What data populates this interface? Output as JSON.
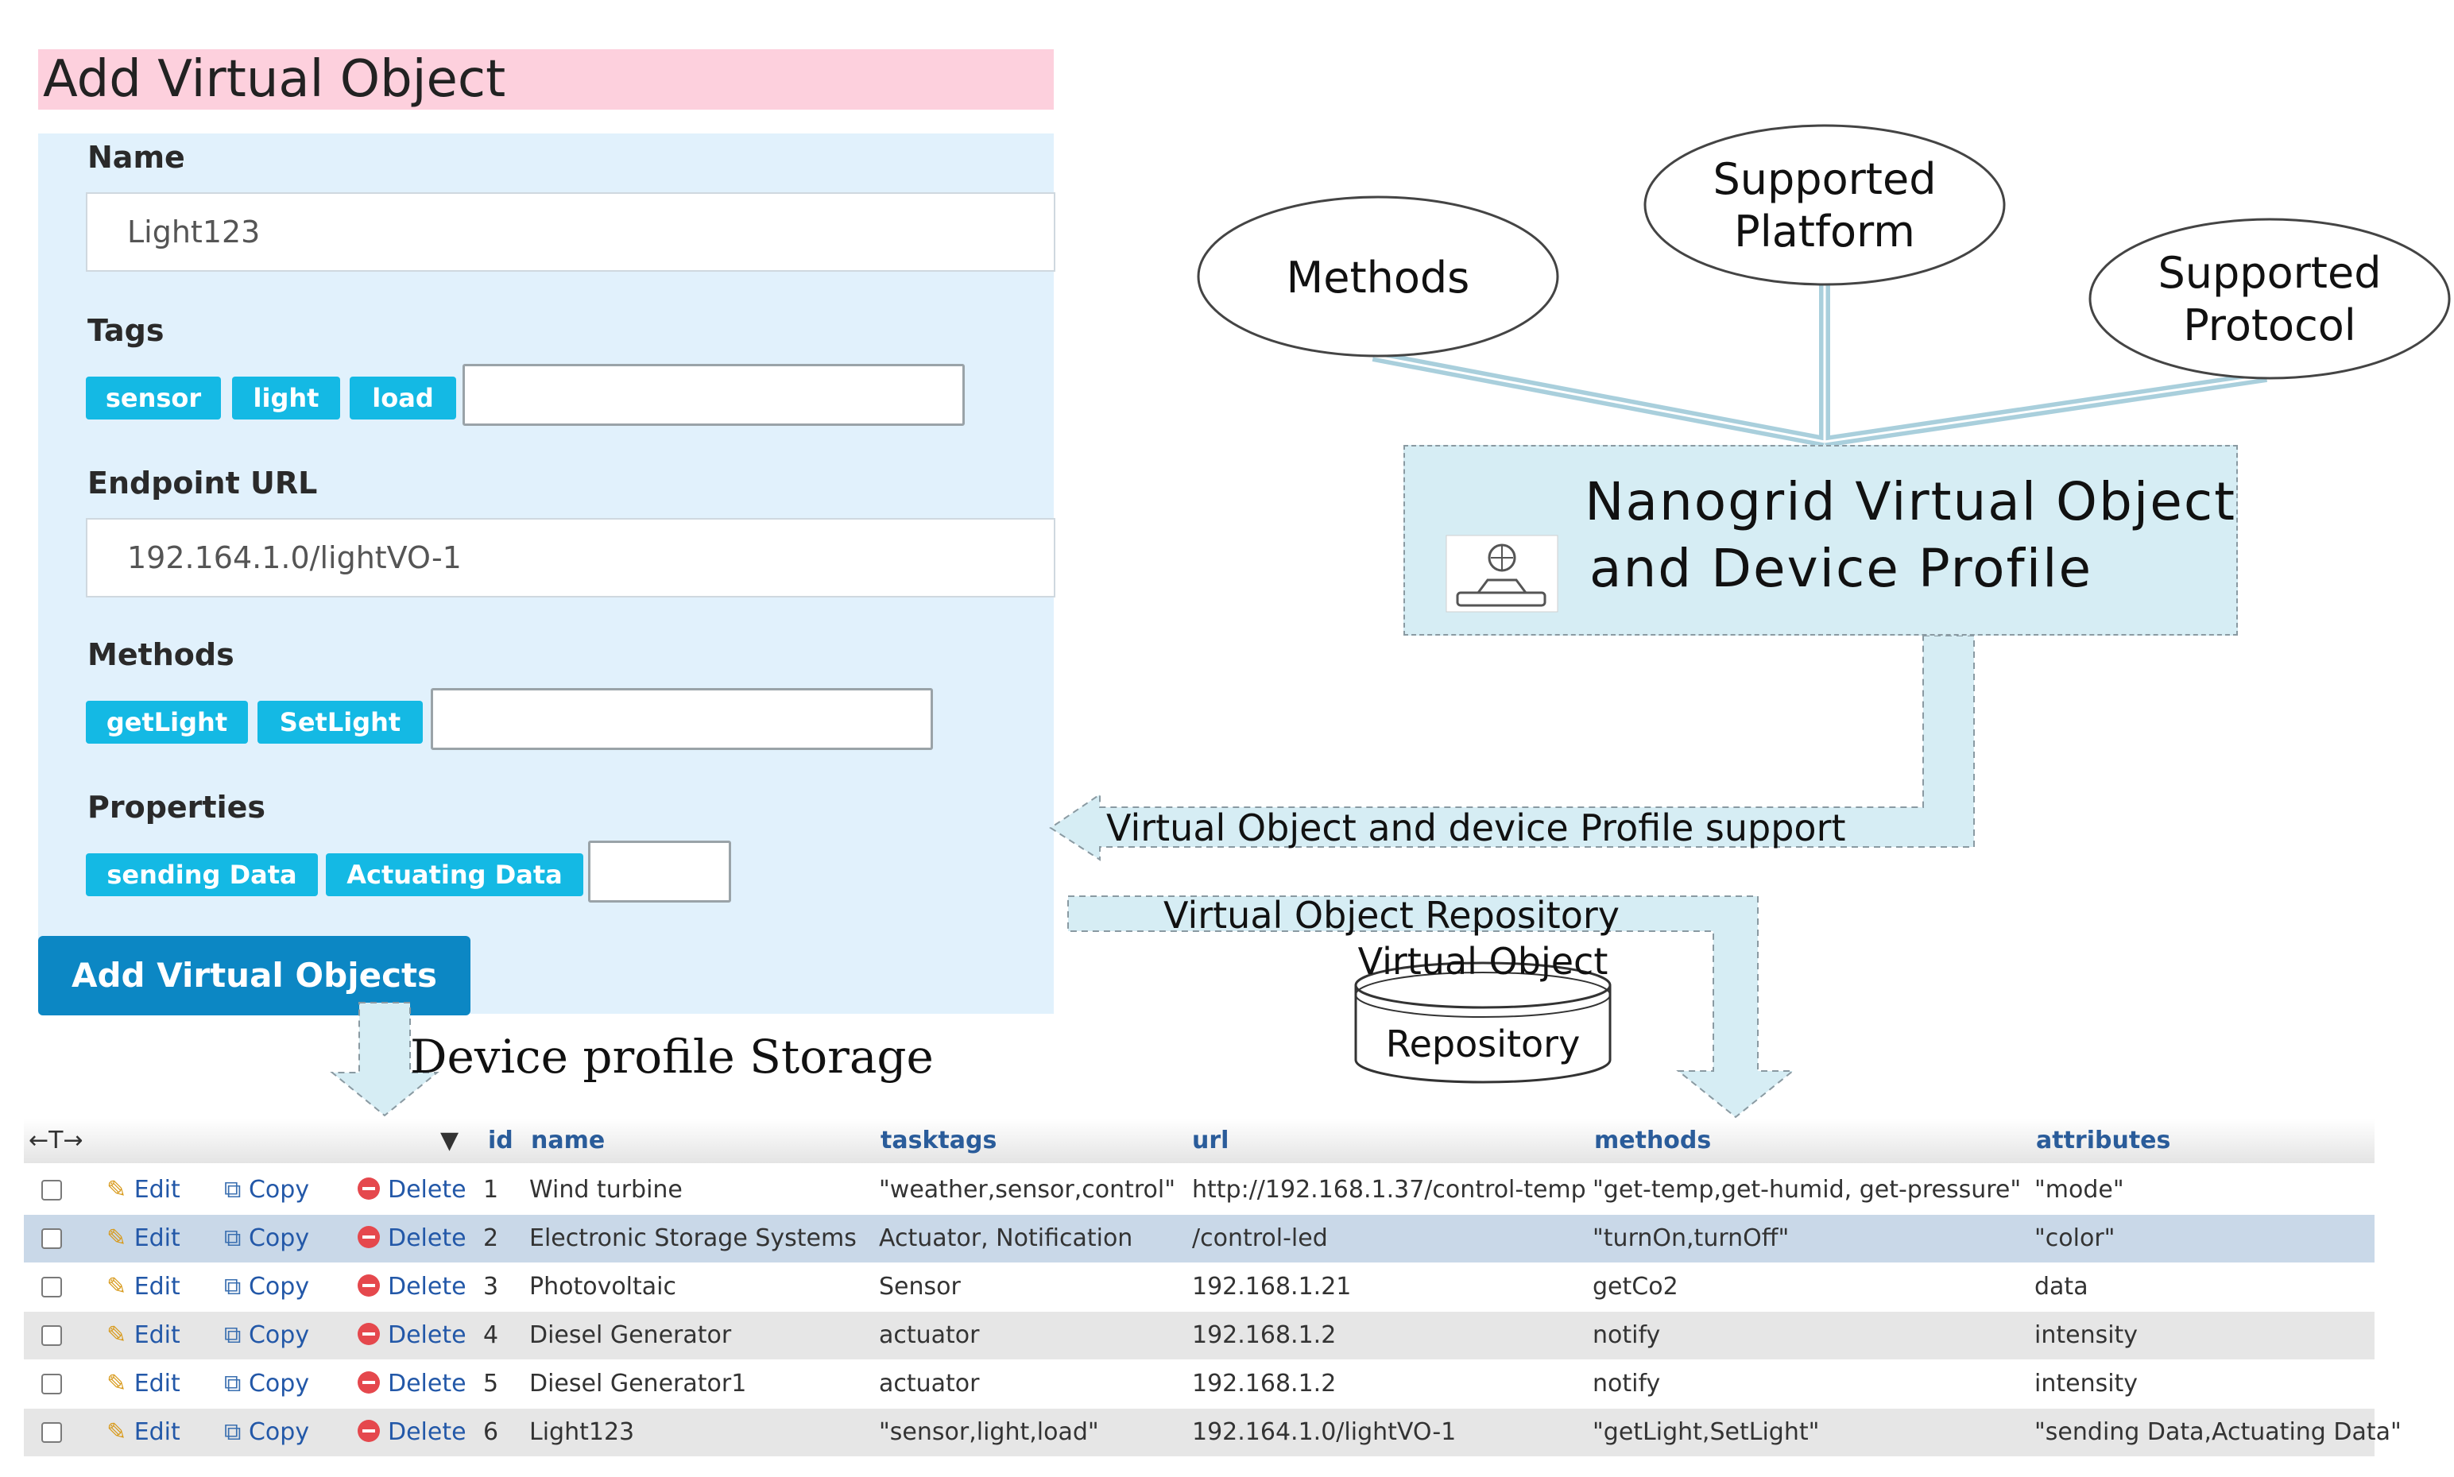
{
  "form": {
    "title": "Add Virtual Object",
    "name_label": "Name",
    "name_value": "Light123",
    "tags_label": "Tags",
    "tags": [
      "sensor",
      "light",
      "load"
    ],
    "endpoint_label": "Endpoint URL",
    "endpoint_value": "192.164.1.0/lightVO-1",
    "methods_label": "Methods",
    "methods": [
      "getLight",
      "SetLight"
    ],
    "properties_label": "Properties",
    "properties": [
      "sending Data",
      "Actuating Data"
    ],
    "submit_label": "Add Virtual Objects"
  },
  "diagram": {
    "methods_node": "Methods",
    "platform_node_line1": "Supported",
    "platform_node_line2": "Platform",
    "protocol_node_line1": "Supported",
    "protocol_node_line2": "Protocol",
    "profile_line1": "Nanogrid Virtual Object",
    "profile_line2": "and Device Profile",
    "support_arrow": "Virtual Object and device Profile support",
    "repo_arrow": "Virtual Object Repository",
    "repo_db_line1": "Virtual Object",
    "repo_db_line2": "Repository",
    "storage_label": "Device profile  Storage"
  },
  "table": {
    "headers": {
      "id": "id",
      "name": "name",
      "tasktags": "tasktags",
      "url": "url",
      "methods": "methods",
      "attributes": "attributes"
    },
    "edit_label": "Edit",
    "copy_label": "Copy",
    "delete_label": "Delete",
    "rows": [
      {
        "id": "1",
        "name": "Wind turbine",
        "tasktags": "\"weather,sensor,control\"",
        "url": "http://192.168.1.37/control-temp",
        "methods": "\"get-temp,get-humid, get-pressure\"",
        "attributes": "\"mode\""
      },
      {
        "id": "2",
        "name": "Electronic Storage Systems",
        "tasktags": "Actuator, Notification",
        "url": "/control-led",
        "methods": "\"turnOn,turnOff\"",
        "attributes": "\"color\""
      },
      {
        "id": "3",
        "name": "Photovoltaic",
        "tasktags": "Sensor",
        "url": "192.168.1.21",
        "methods": "getCo2",
        "attributes": "data"
      },
      {
        "id": "4",
        "name": "Diesel Generator",
        "tasktags": "actuator",
        "url": "192.168.1.2",
        "methods": "notify",
        "attributes": "intensity"
      },
      {
        "id": "5",
        "name": "Diesel Generator1",
        "tasktags": "actuator",
        "url": "192.168.1.2",
        "methods": "notify",
        "attributes": "intensity"
      },
      {
        "id": "6",
        "name": "Light123",
        "tasktags": "\"sensor,light,load\"",
        "url": "192.164.1.0/lightVO-1",
        "methods": "\"getLight,SetLight\"",
        "attributes": "\"sending Data,Actuating Data\""
      }
    ]
  },
  "colors": {
    "title_bg": "#fdd0dd",
    "panel_bg": "#e1f1fc",
    "tag_bg": "#14b9e4",
    "button_bg": "#0c87c4",
    "arrow_fill": "#d6edf4",
    "row_highlight": "#c9d8e8",
    "row_alt": "#e6e6e6"
  }
}
